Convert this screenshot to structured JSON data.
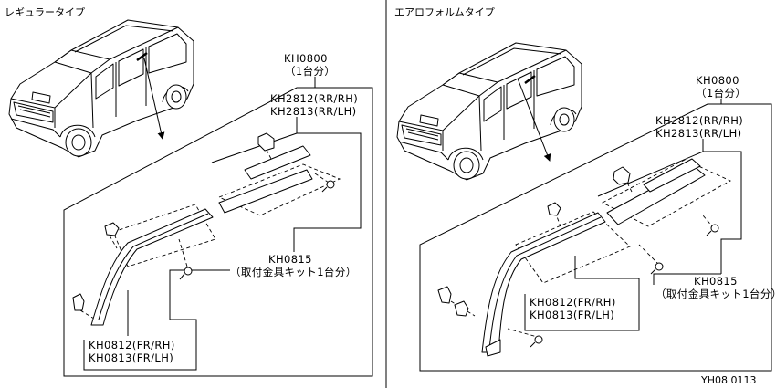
{
  "panels": {
    "regular": {
      "title": "レギュラータイプ",
      "kit_code": "KH0800",
      "kit_qty": "（1台分）",
      "rear_rh": "KH2812(RR/RH)",
      "rear_lh": "KH2813(RR/LH)",
      "fitting_code": "KH0815",
      "fitting_desc": "（取付金具キット1台分）",
      "front_rh": "KH0812(FR/RH)",
      "front_lh": "KH0813(FR/LH)"
    },
    "aeroform": {
      "title": "エアロフォルムタイプ",
      "kit_code": "KH0800",
      "kit_qty": "（1台分）",
      "rear_rh": "KH2812(RR/RH)",
      "rear_lh": "KH2813(RR/LH)",
      "fitting_code": "KH0815",
      "fitting_desc": "（取付金具キット1台分）",
      "front_rh": "KH0812(FR/RH)",
      "front_lh": "KH0813(FR/LH)"
    }
  },
  "figure_code": "YH08 0113"
}
